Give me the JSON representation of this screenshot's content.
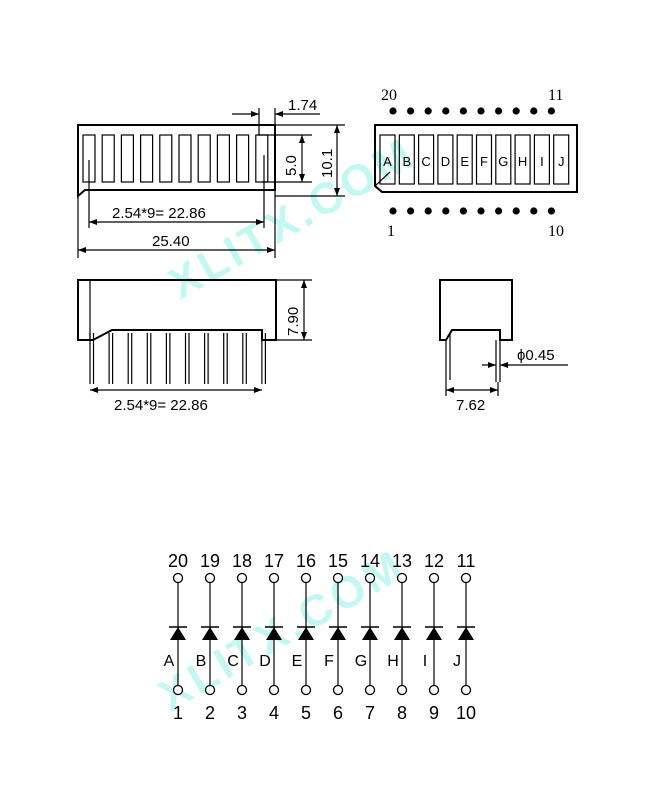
{
  "front_view": {
    "pitch_dim": "2.54*9= 22.86",
    "width_dim": "25.40",
    "segment_width_dim": "1.74",
    "segment_height_dim": "5.0",
    "body_height_dim": "10.1"
  },
  "top_view": {
    "pin_top_left": "20",
    "pin_top_right": "11",
    "pin_bottom_left": "1",
    "pin_bottom_right": "10",
    "segments": [
      "A",
      "B",
      "C",
      "D",
      "E",
      "F",
      "G",
      "H",
      "I",
      "J"
    ]
  },
  "side_view": {
    "height_dim": "7.90",
    "pitch_dim": "2.54*9= 22.86"
  },
  "end_view": {
    "lead_diameter_dim": "ϕ0.45",
    "row_spacing_dim": "7.62"
  },
  "schematic": {
    "top_pins": [
      "20",
      "19",
      "18",
      "17",
      "16",
      "15",
      "14",
      "13",
      "12",
      "11"
    ],
    "segments": [
      "A",
      "B",
      "C",
      "D",
      "E",
      "F",
      "G",
      "H",
      "I",
      "J"
    ],
    "bottom_pins": [
      "1",
      "2",
      "3",
      "4",
      "5",
      "6",
      "7",
      "8",
      "9",
      "10"
    ]
  },
  "watermark": "XLITX.COM"
}
